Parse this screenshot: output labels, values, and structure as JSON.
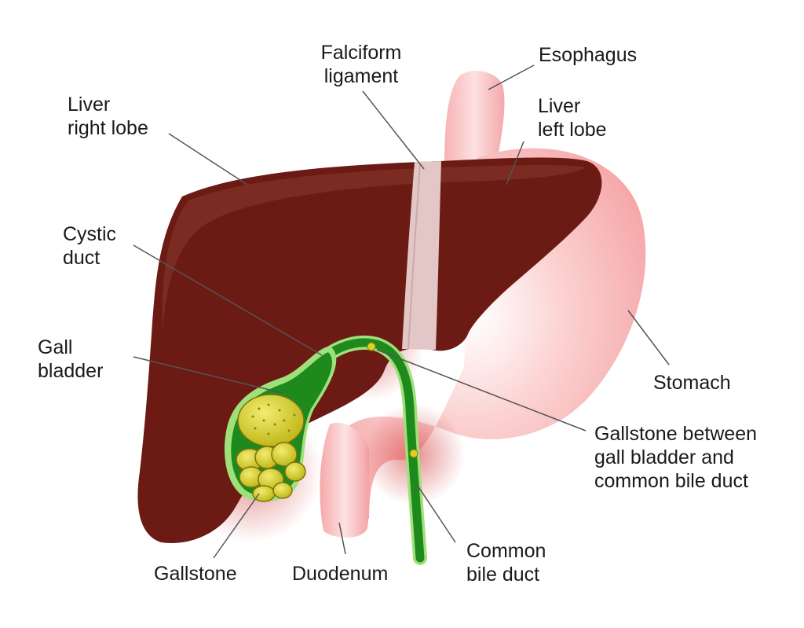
{
  "labels": {
    "liver_right_lobe": [
      "Liver",
      "right lobe"
    ],
    "falciform_ligament": [
      "Falciform",
      "ligament"
    ],
    "esophagus": [
      "Esophagus"
    ],
    "liver_left_lobe": [
      "Liver",
      "left lobe"
    ],
    "cystic_duct": [
      "Cystic",
      "duct"
    ],
    "gall_bladder": [
      "Gall",
      "bladder"
    ],
    "stomach": [
      "Stomach"
    ],
    "gallstone_between": [
      "Gallstone between",
      "gall bladder and",
      "common bile duct"
    ],
    "common_bile_duct": [
      "Common",
      "bile duct"
    ],
    "gallstone": [
      "Gallstone"
    ],
    "duodenum": [
      "Duodenum"
    ]
  },
  "colors": {
    "liver": "#6b1a14",
    "liver_highlight": "#8a3a30",
    "stomach": "#f7b8b8",
    "ligament": "#e2c4c4",
    "gallbladder": "#1e8a1e",
    "duct": "#2a9a2a",
    "gallstone": "#d8d020",
    "inflammation": "#d04040",
    "leader_line": "#555555"
  }
}
